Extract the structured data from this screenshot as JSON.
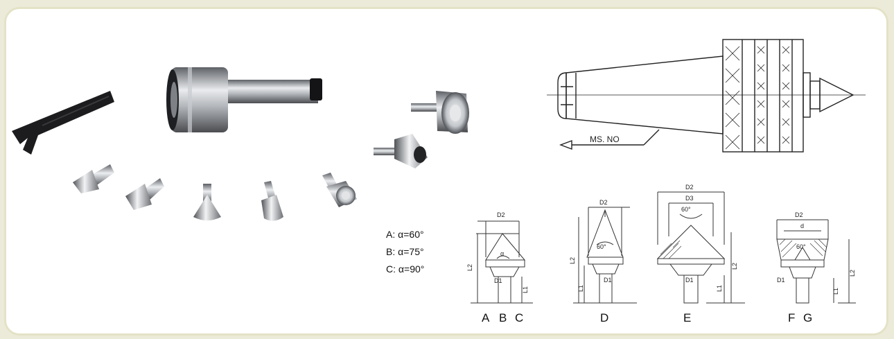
{
  "legend": [
    {
      "letter": "A",
      "sep": ":",
      "symbol": "α",
      "eq": "=",
      "angle": "60°"
    },
    {
      "letter": "B",
      "sep": ":",
      "symbol": "α",
      "eq": "=",
      "angle": "75°"
    },
    {
      "letter": "C",
      "sep": ":",
      "symbol": "α",
      "eq": "=",
      "angle": "90°"
    }
  ],
  "main_drawing": {
    "taper_label": "MS. NO"
  },
  "diagram_abc": {
    "d2": "D2",
    "d1": "D1",
    "l1": "L1",
    "l2": "L2",
    "alpha": "α",
    "letters": [
      "A",
      "B",
      "C"
    ]
  },
  "diagram_d": {
    "d2": "D2",
    "d1": "D1",
    "l1": "L1",
    "l2": "L2",
    "angle": "60°",
    "letter": "D"
  },
  "diagram_e": {
    "d2": "D2",
    "d3": "D3",
    "d1": "D1",
    "l1": "L1",
    "l2": "L2",
    "angle": "60°",
    "letter": "E"
  },
  "diagram_fg": {
    "d2": "D2",
    "d": "d",
    "d1": "D1",
    "l1": "L1",
    "l2": "L2",
    "angle": "60°",
    "letters": [
      "F",
      "G"
    ]
  }
}
